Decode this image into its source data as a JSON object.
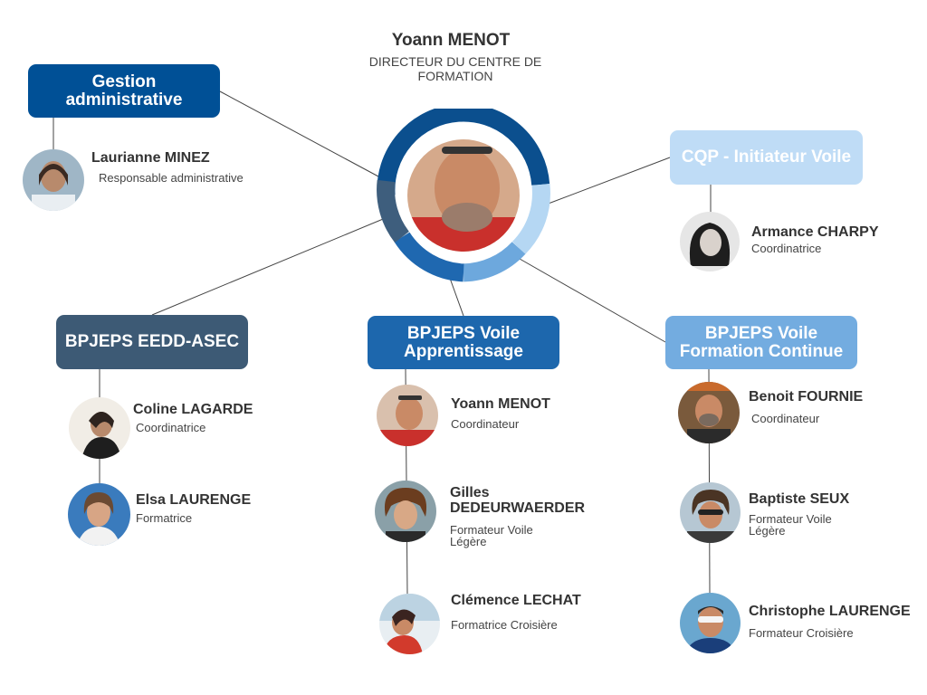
{
  "director": {
    "name": "Yoann MENOT",
    "role": "DIRECTEUR DU CENTRE DE FORMATION"
  },
  "colors": {
    "dark_blue": "#005096",
    "slate": "#3d5a75",
    "mid_blue": "#1d67ad",
    "light_blue": "#73ace0",
    "pale_blue": "#bfdcf6",
    "ring_dark": "#0b4f8e",
    "ring_slate": "#3e5e7d",
    "ring_mid": "#1f68b0",
    "ring_light": "#6da8dd",
    "ring_pale": "#b5d7f3"
  },
  "teams": [
    {
      "label": "Gestion\nadministrative",
      "members": [
        {
          "name": "Laurianne MINEZ",
          "role": "Responsable administrative"
        }
      ]
    },
    {
      "label": "CQP - Initiateur Voile",
      "members": [
        {
          "name": "Armance CHARPY",
          "role": "Coordinatrice"
        }
      ]
    },
    {
      "label": "BPJEPS EEDD-ASEC",
      "members": [
        {
          "name": "Coline LAGARDE",
          "role": "Coordinatrice"
        },
        {
          "name": "Elsa LAURENGE",
          "role": "Formatrice"
        }
      ]
    },
    {
      "label": "BPJEPS Voile\nApprentissage",
      "members": [
        {
          "name": "Yoann MENOT",
          "role": "Coordinateur"
        },
        {
          "name": "Gilles\nDEDEURWAERDER",
          "role": "Formateur Voile\nLégère"
        },
        {
          "name": "Clémence LECHAT",
          "role": "Formatrice Croisière"
        }
      ]
    },
    {
      "label": "BPJEPS Voile\nFormation Continue",
      "members": [
        {
          "name": "Benoit FOURNIE",
          "role": "Coordinateur"
        },
        {
          "name": "Baptiste SEUX",
          "role": "Formateur Voile\nLégère"
        },
        {
          "name": "Christophe LAURENGE",
          "role": "Formateur Croisière"
        }
      ]
    }
  ]
}
